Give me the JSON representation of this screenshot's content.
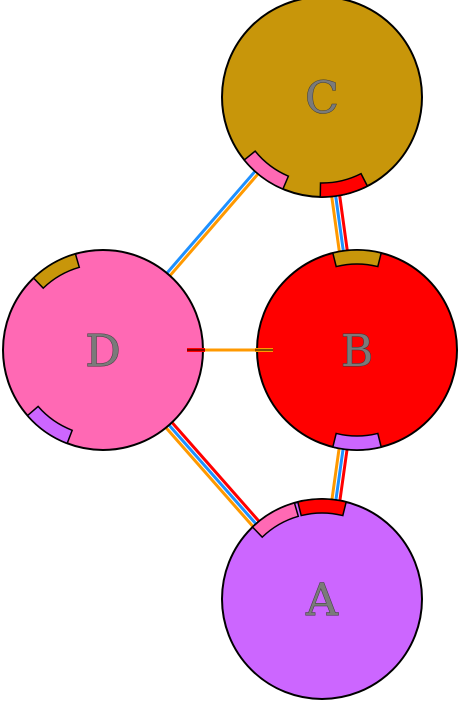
{
  "nodes": [
    {
      "id": "C",
      "label": "C",
      "color": "#c8960a"
    },
    {
      "id": "D",
      "label": "D",
      "color": "#ff69b4"
    },
    {
      "id": "B",
      "label": "B",
      "color": "#ff0000"
    },
    {
      "id": "A",
      "label": "A",
      "color": "#cc66ff"
    }
  ],
  "links": [
    {
      "from": "C",
      "to": "D",
      "colors": [
        "#ff9900",
        "#1e90ff"
      ]
    },
    {
      "from": "C",
      "to": "B",
      "colors": [
        "#ff0000",
        "#1e90ff",
        "#ff9900"
      ]
    },
    {
      "from": "D",
      "to": "B",
      "colors": [
        "#ff9900"
      ]
    },
    {
      "from": "D",
      "to": "A",
      "colors": [
        "#ff0000",
        "#1e90ff",
        "#ff9900"
      ]
    },
    {
      "from": "B",
      "to": "A",
      "colors": [
        "#ff0000",
        "#1e90ff",
        "#ff9900"
      ]
    }
  ],
  "ports": [
    {
      "node": "C",
      "color": "#ff69b4"
    },
    {
      "node": "C",
      "color": "#ff0000"
    },
    {
      "node": "D",
      "color": "#c8960a"
    },
    {
      "node": "D",
      "color": "#ff0000"
    },
    {
      "node": "D",
      "color": "#cc66ff"
    },
    {
      "node": "B",
      "color": "#c8960a"
    },
    {
      "node": "B",
      "color": "#ff9900"
    },
    {
      "node": "B",
      "color": "#cc66ff"
    },
    {
      "node": "A",
      "color": "#ff69b4"
    },
    {
      "node": "A",
      "color": "#ff0000"
    }
  ]
}
